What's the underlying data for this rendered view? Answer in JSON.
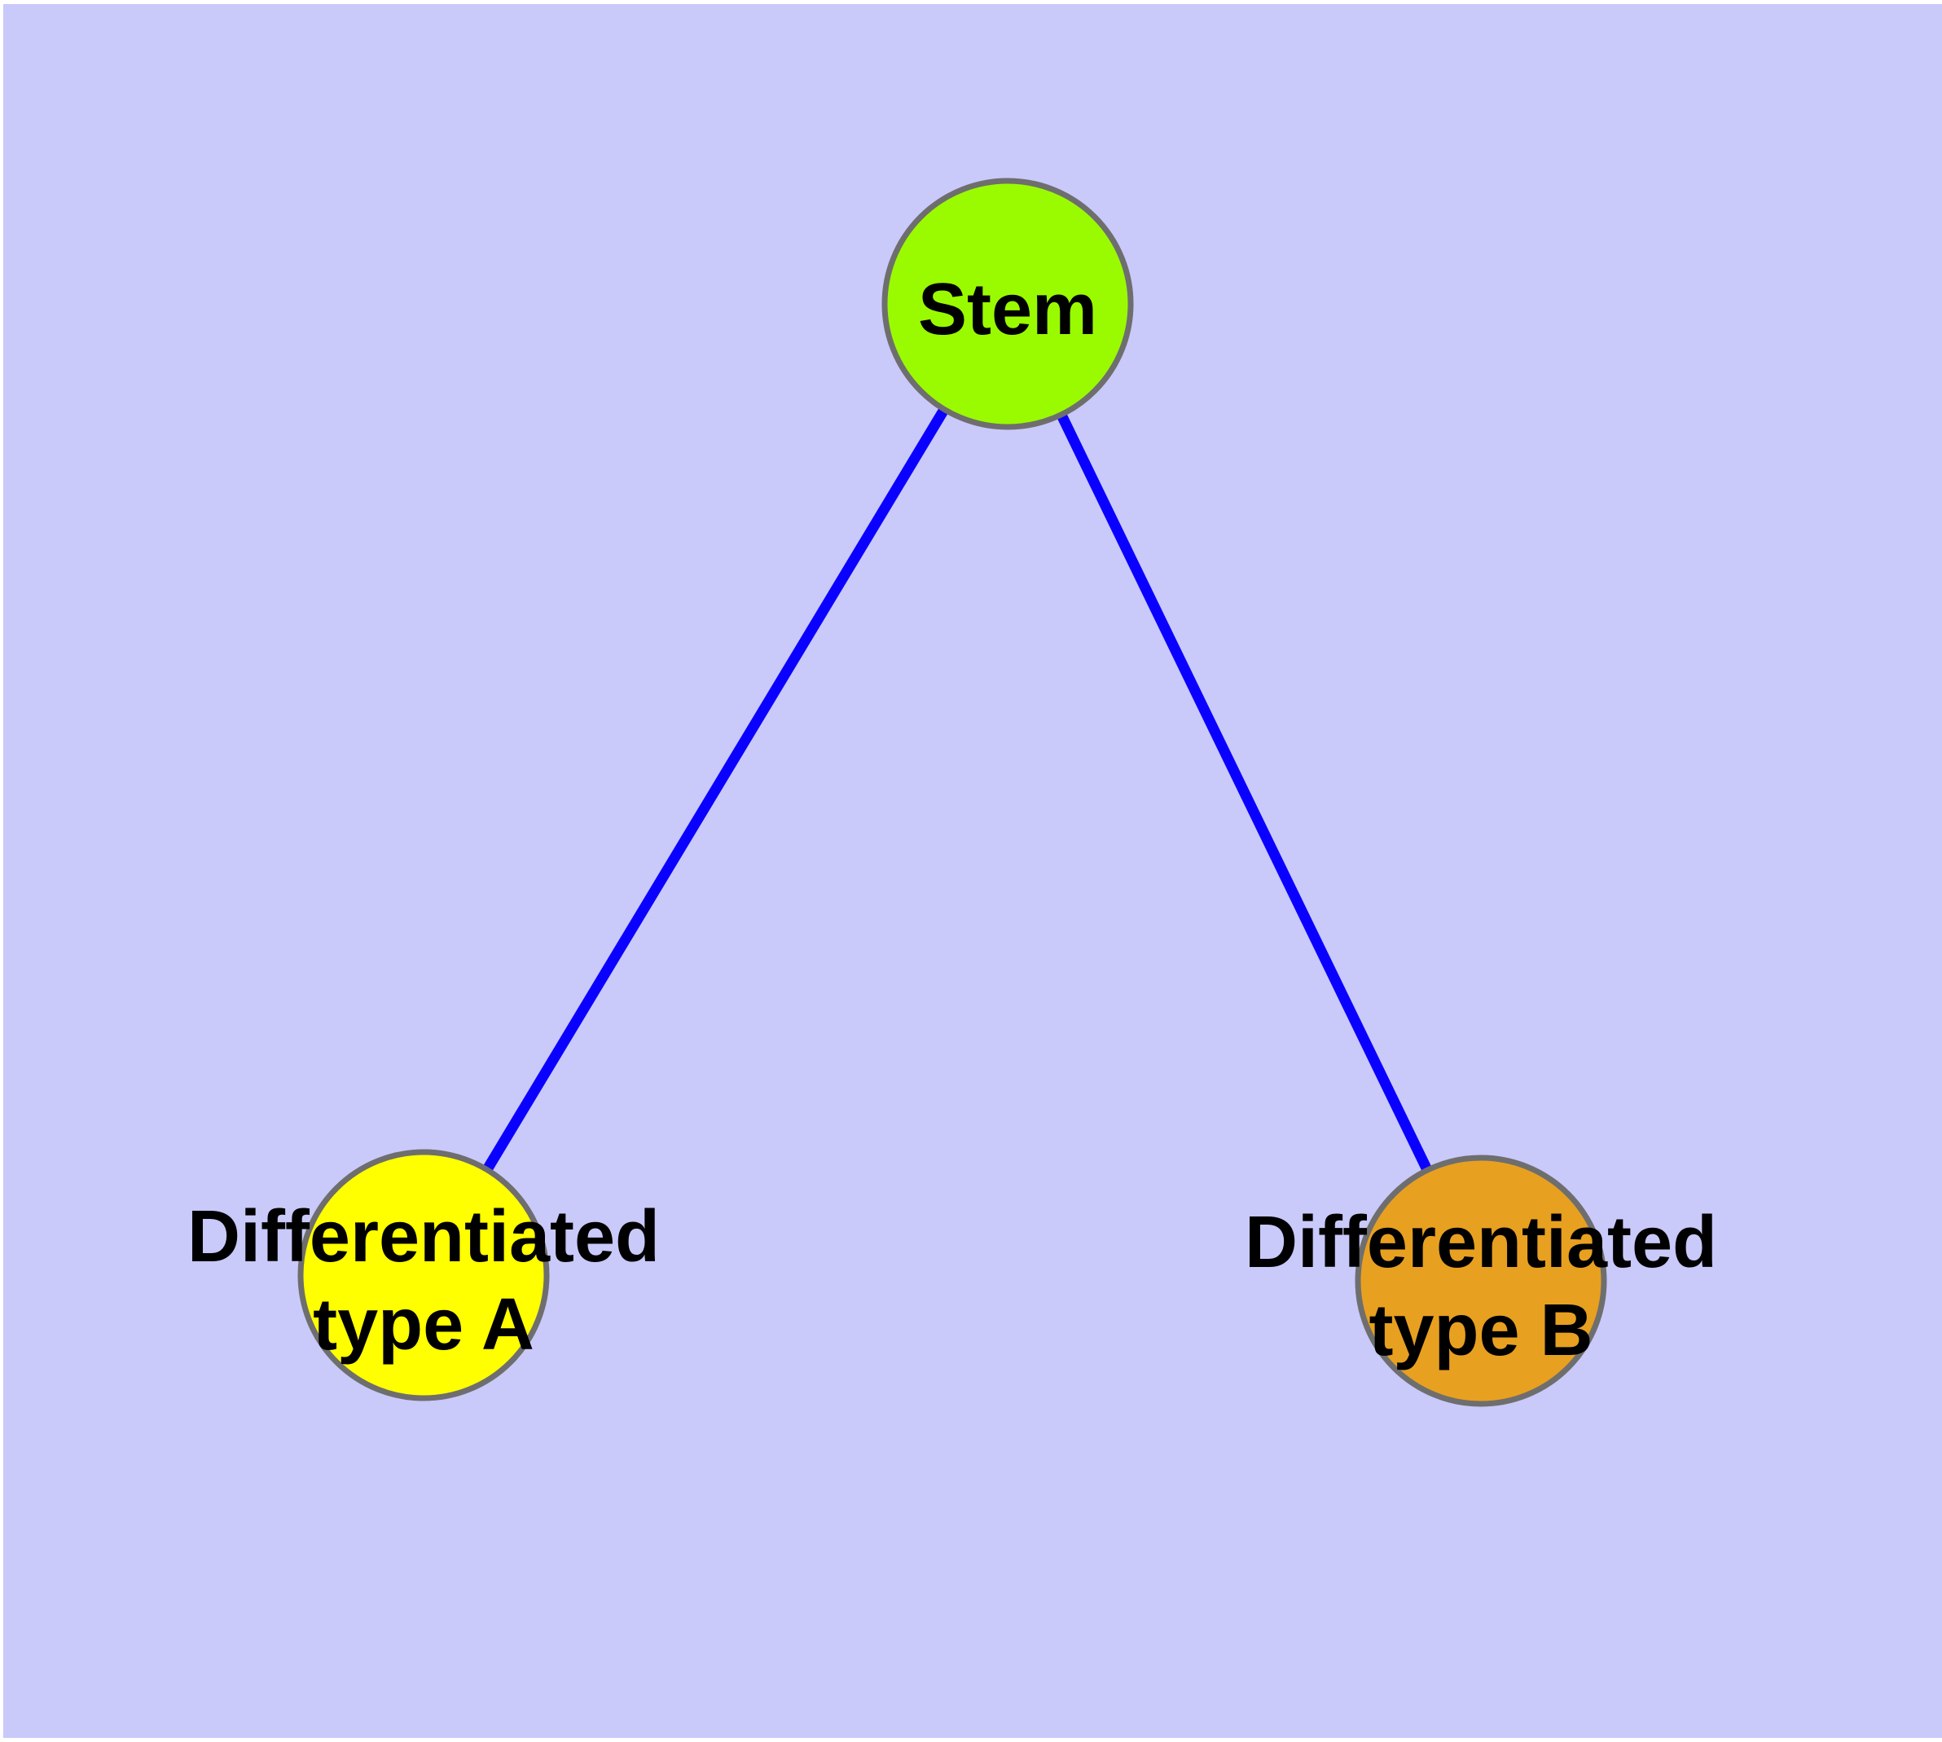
{
  "diagram": {
    "background_color": "#ffffff",
    "panel_color": "#c9c9fa",
    "edge_color": "#0a00ff",
    "node_border_color": "#6e6e6e",
    "label_color": "#000000",
    "nodes": [
      {
        "id": "stem",
        "label_lines": [
          "Stem"
        ],
        "fill": "#9afb00"
      },
      {
        "id": "differentiated-type-a",
        "label_lines": [
          "Differentiated",
          "type A"
        ],
        "fill": "#ffff00"
      },
      {
        "id": "differentiated-type-b",
        "label_lines": [
          "Differentiated",
          "type B"
        ],
        "fill": "#e8a020"
      }
    ],
    "edges": [
      {
        "from": "Stem",
        "to": "Differentiated type A"
      },
      {
        "from": "Stem",
        "to": "Differentiated type B"
      }
    ]
  }
}
